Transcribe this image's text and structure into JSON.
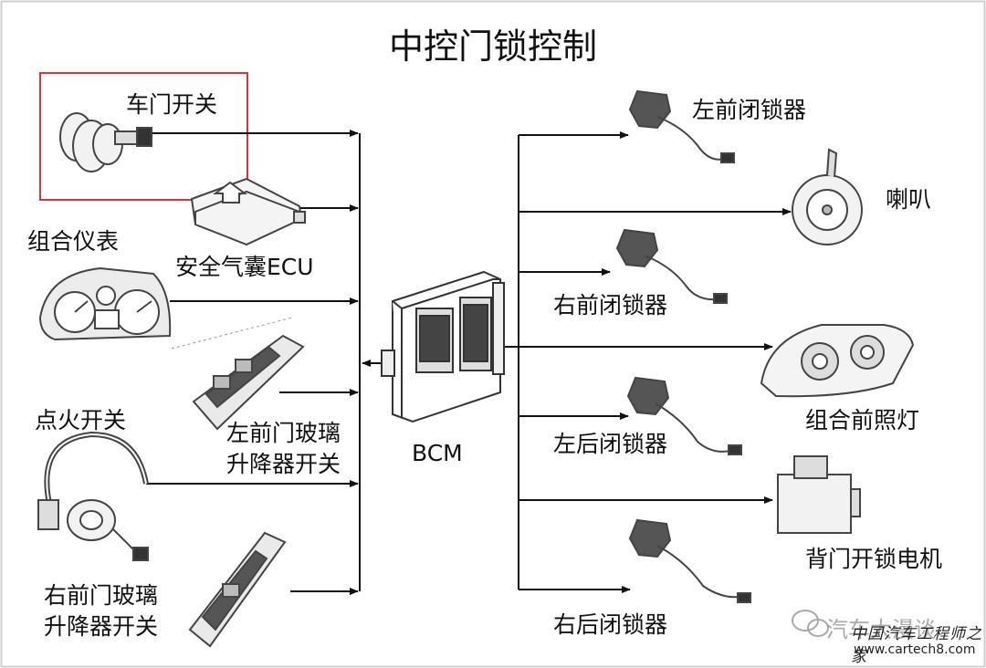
{
  "title": "中控门锁控制",
  "center_module": "BCM",
  "inputs": {
    "door_switch": "车门开关",
    "airbag_ecu": "安全气囊ECU",
    "cluster": "组合仪表",
    "ignition_switch": "点火开关",
    "lf_window_switch": [
      "左前门玻璃",
      "升降器开关"
    ],
    "rf_window_switch": [
      "右前门玻璃",
      "升降器开关"
    ]
  },
  "outputs": {
    "lf_lock": "左前闭锁器",
    "horn": "喇叭",
    "rf_lock": "右前闭锁器",
    "headlamp": "组合前照灯",
    "lr_lock": "左后闭锁器",
    "tailgate_motor": "背门开锁电机",
    "rr_lock": "右后闭锁器"
  },
  "colors": {
    "highlight_box": "#e0303a",
    "line": "#111111"
  },
  "watermark": {
    "account": "汽车大漫谈",
    "site_cn": "中国汽车工程师之家",
    "site_url": "www.cartech8.com"
  }
}
